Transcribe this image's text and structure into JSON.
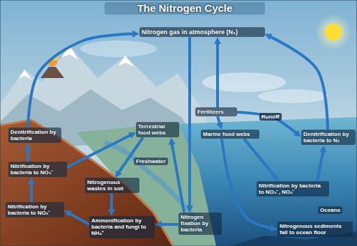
{
  "diagram": {
    "title": "The Nitrogen Cycle",
    "nodes": [
      {
        "text": [
          "Nitrogen gas in atmosphere (N₂)"
        ]
      },
      {
        "text": [
          "Denitrification by bacteria"
        ]
      },
      {
        "text": [
          "Terrestrial food webs"
        ]
      },
      {
        "text": [
          "Fertilizers"
        ]
      },
      {
        "text": [
          "Marine food webs"
        ]
      },
      {
        "text": [
          "Denitrification by bacteria to N₂"
        ]
      },
      {
        "text": [
          "Nitrification by bacteria to NO₃⁻"
        ]
      },
      {
        "text": [
          "Nitrogenous wastes in soil"
        ]
      },
      {
        "text": [
          "Nitrification by bacteria to NO₃⁻, NO₂⁻"
        ]
      },
      {
        "text": [
          "Nitrification by bacteria to NO₂⁻"
        ]
      },
      {
        "text": [
          "Ammonification by bacteria and fungi to NH₄⁺"
        ]
      },
      {
        "text": [
          "Nitrogen fixation by bacteria"
        ]
      },
      {
        "text": [
          "Nitrogenous sediments fall to ocean floor"
        ]
      }
    ],
    "edges": [
      {
        "from": 1,
        "to": 0,
        "arrow": "to"
      },
      {
        "from": 6,
        "to": 1,
        "arrow": "to"
      },
      {
        "from": 6,
        "to": 2,
        "arrow": "to"
      },
      {
        "from": 2,
        "to": 7,
        "arrow": "to"
      },
      {
        "from": 7,
        "to": 10,
        "arrow": "to"
      },
      {
        "from": 10,
        "to": 9,
        "arrow": "to"
      },
      {
        "from": 9,
        "to": 6,
        "arrow": "to"
      },
      {
        "from": 11,
        "to": 10,
        "arrow": "to"
      },
      {
        "from": 11,
        "to": 2,
        "arrow": "to"
      },
      {
        "from": 0,
        "to": 11,
        "arrow": "to"
      },
      {
        "from": 3,
        "to": 0,
        "arrow": "to"
      },
      {
        "from": 3,
        "to": 4,
        "arrow": "to"
      },
      {
        "from": 3,
        "to": 5,
        "label": "Runoff",
        "arrow": "to"
      },
      {
        "from": 5,
        "to": 0,
        "arrow": "to"
      },
      {
        "from": 4,
        "to": 8,
        "arrow": "to"
      },
      {
        "from": 8,
        "to": 5,
        "arrow": "to"
      },
      {
        "from": 4,
        "to": 12,
        "arrow": "to"
      }
    ],
    "labels": [
      "Freshwater",
      "Oceans"
    ]
  }
}
